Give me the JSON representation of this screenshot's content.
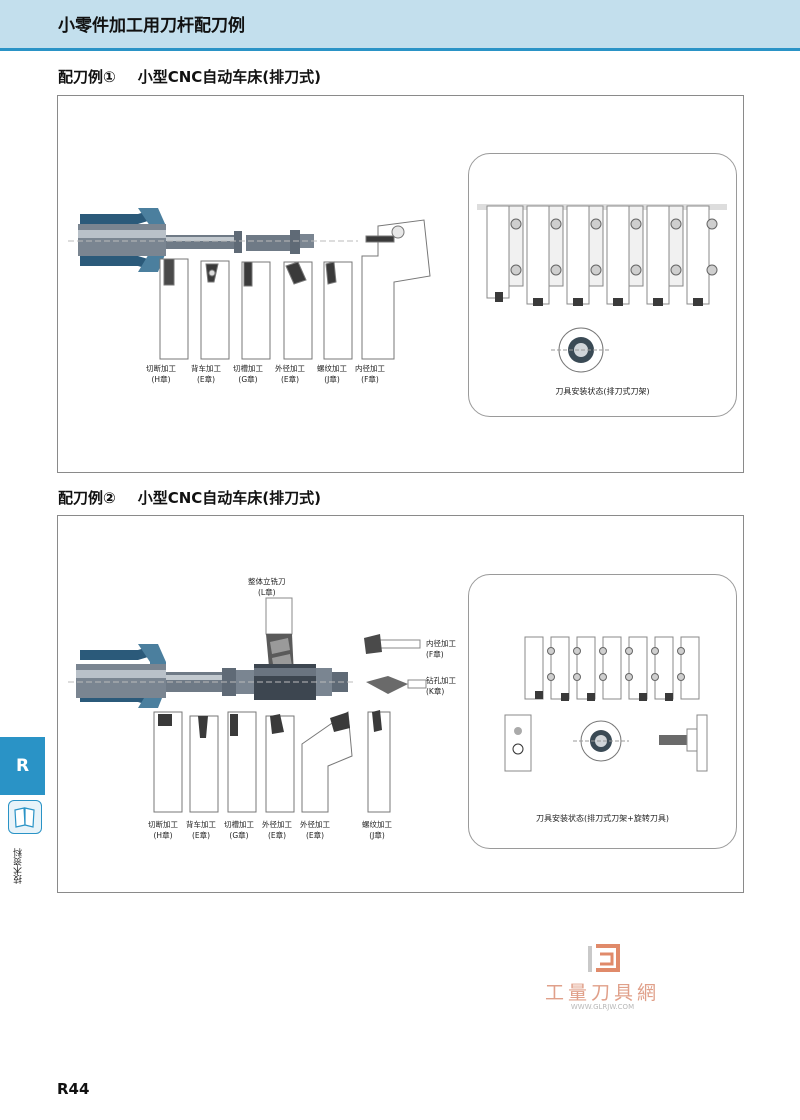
{
  "header": {
    "title": "小零件加工用刀杆配刀例"
  },
  "section1": {
    "num": "配刀例①",
    "title": "小型CNC自动车床(排刀式)",
    "labels": [
      {
        "name": "切断加工",
        "code": "(H章)"
      },
      {
        "name": "背车加工",
        "code": "(E章)"
      },
      {
        "name": "切槽加工",
        "code": "(G章)"
      },
      {
        "name": "外径加工",
        "code": "(E章)"
      },
      {
        "name": "螺纹加工",
        "code": "(J章)"
      },
      {
        "name": "内径加工",
        "code": "(F章)"
      }
    ],
    "inset_caption": "刀具安装状态(排刀式刀架)"
  },
  "section2": {
    "num": "配刀例②",
    "title": "小型CNC自动车床(排刀式)",
    "top_label": {
      "name": "整体立铣刀",
      "code": "(L章)"
    },
    "side_labels": [
      {
        "name": "内径加工",
        "code": "(F章)"
      },
      {
        "name": "钻孔加工",
        "code": "(K章)"
      }
    ],
    "labels": [
      {
        "name": "切断加工",
        "code": "(H章)"
      },
      {
        "name": "背车加工",
        "code": "(E章)"
      },
      {
        "name": "切槽加工",
        "code": "(G章)"
      },
      {
        "name": "外径加工",
        "code": "(E章)"
      },
      {
        "name": "外径加工",
        "code": "(E章)"
      },
      {
        "name": "螺纹加工",
        "code": "(J章)"
      }
    ],
    "inset_caption": "刀具安装状态(排刀式刀架+旋转刀具)"
  },
  "sidebar": {
    "tab": "R",
    "icon": "book-icon",
    "text": "技术资料"
  },
  "watermark": {
    "text": "工量刀具網",
    "url": "WWW.GLRJW.COM"
  },
  "page_number": "R44",
  "colors": {
    "accent": "#2a93c6",
    "header_bg": "#c3dfed",
    "spindle": "#2b5a7a"
  }
}
